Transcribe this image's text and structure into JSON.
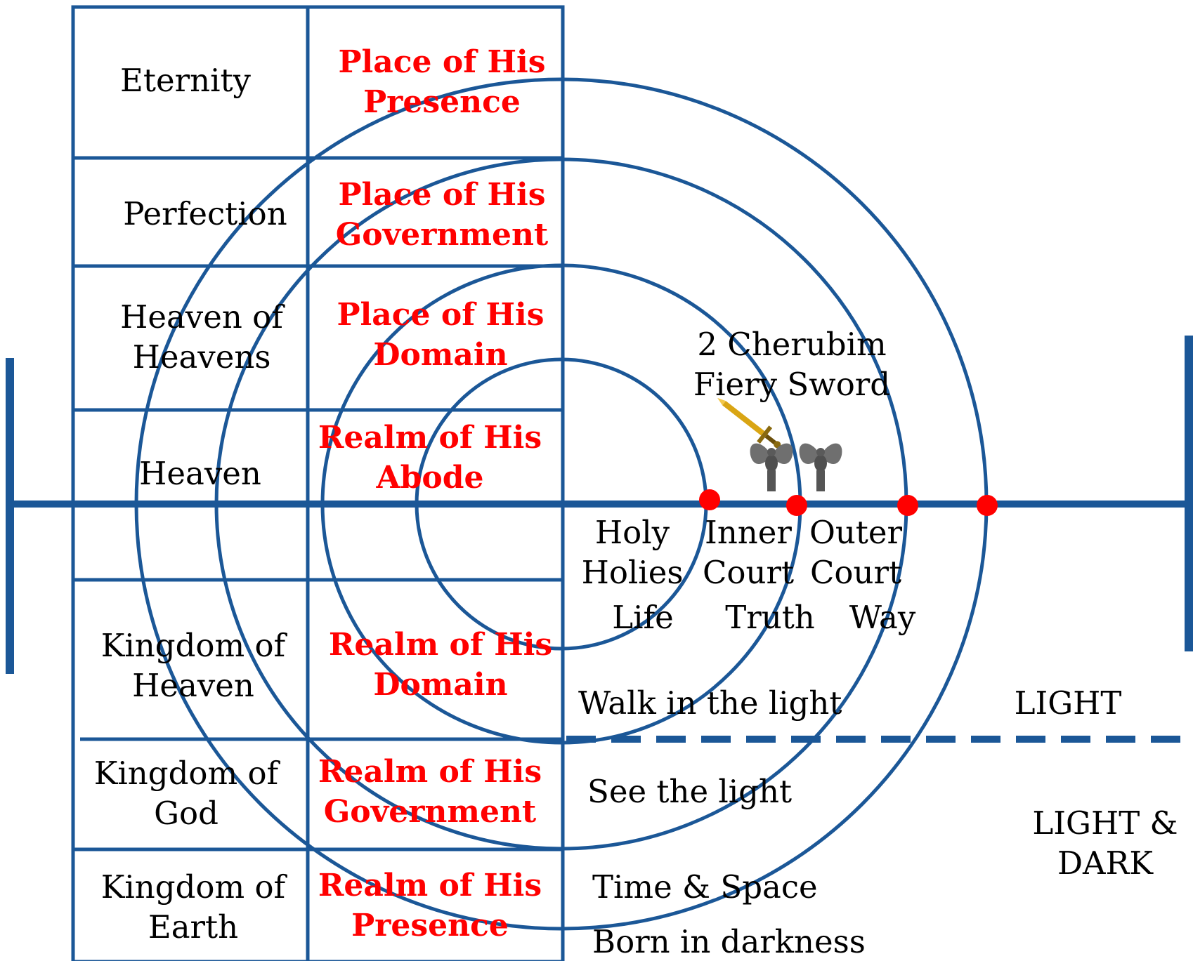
{
  "colors": {
    "line": "#1b5797",
    "red_text": "#ff0000",
    "dot": "#ff0000",
    "text": "#000000"
  },
  "table_rows": [
    {
      "left": [
        "Eternity"
      ],
      "right": [
        "Place of His",
        "Presence"
      ]
    },
    {
      "left": [
        "Perfection"
      ],
      "right": [
        "Place of His",
        "Government"
      ]
    },
    {
      "left": [
        "Heaven of",
        "Heavens"
      ],
      "right": [
        "Place of His",
        "Domain"
      ]
    },
    {
      "left": [
        "Heaven"
      ],
      "right": [
        "Realm of His",
        "Abode"
      ]
    },
    {
      "left": [],
      "right": []
    },
    {
      "left": [
        "Kingdom of",
        "Heaven"
      ],
      "right": [
        "Realm of His",
        "Domain"
      ]
    },
    {
      "left": [
        "Kingdom of",
        "God"
      ],
      "right": [
        "Realm of His",
        "Government"
      ]
    },
    {
      "left": [
        "Kingdom of",
        "Earth"
      ],
      "right": [
        "Realm of His",
        "Presence"
      ]
    }
  ],
  "cherubim": {
    "line1": "2 Cherubim",
    "line2": "Fiery Sword"
  },
  "courts": [
    {
      "line1": "Holy",
      "line2": "Holies",
      "line3": "Life"
    },
    {
      "line1": "Inner",
      "line2": "Court",
      "line3": "Truth"
    },
    {
      "line1": "Outer",
      "line2": "Court",
      "line3": "Way"
    }
  ],
  "walk_label": "Walk in the light",
  "light_label": "LIGHT",
  "see_label": "See the light",
  "light_dark_label": {
    "line1": "LIGHT &",
    "line2": "DARK"
  },
  "time_label": "Time & Space",
  "born_label": "Born in darkness",
  "icons": {
    "sword": "sword-icon",
    "cherub": "cherub-icon"
  }
}
